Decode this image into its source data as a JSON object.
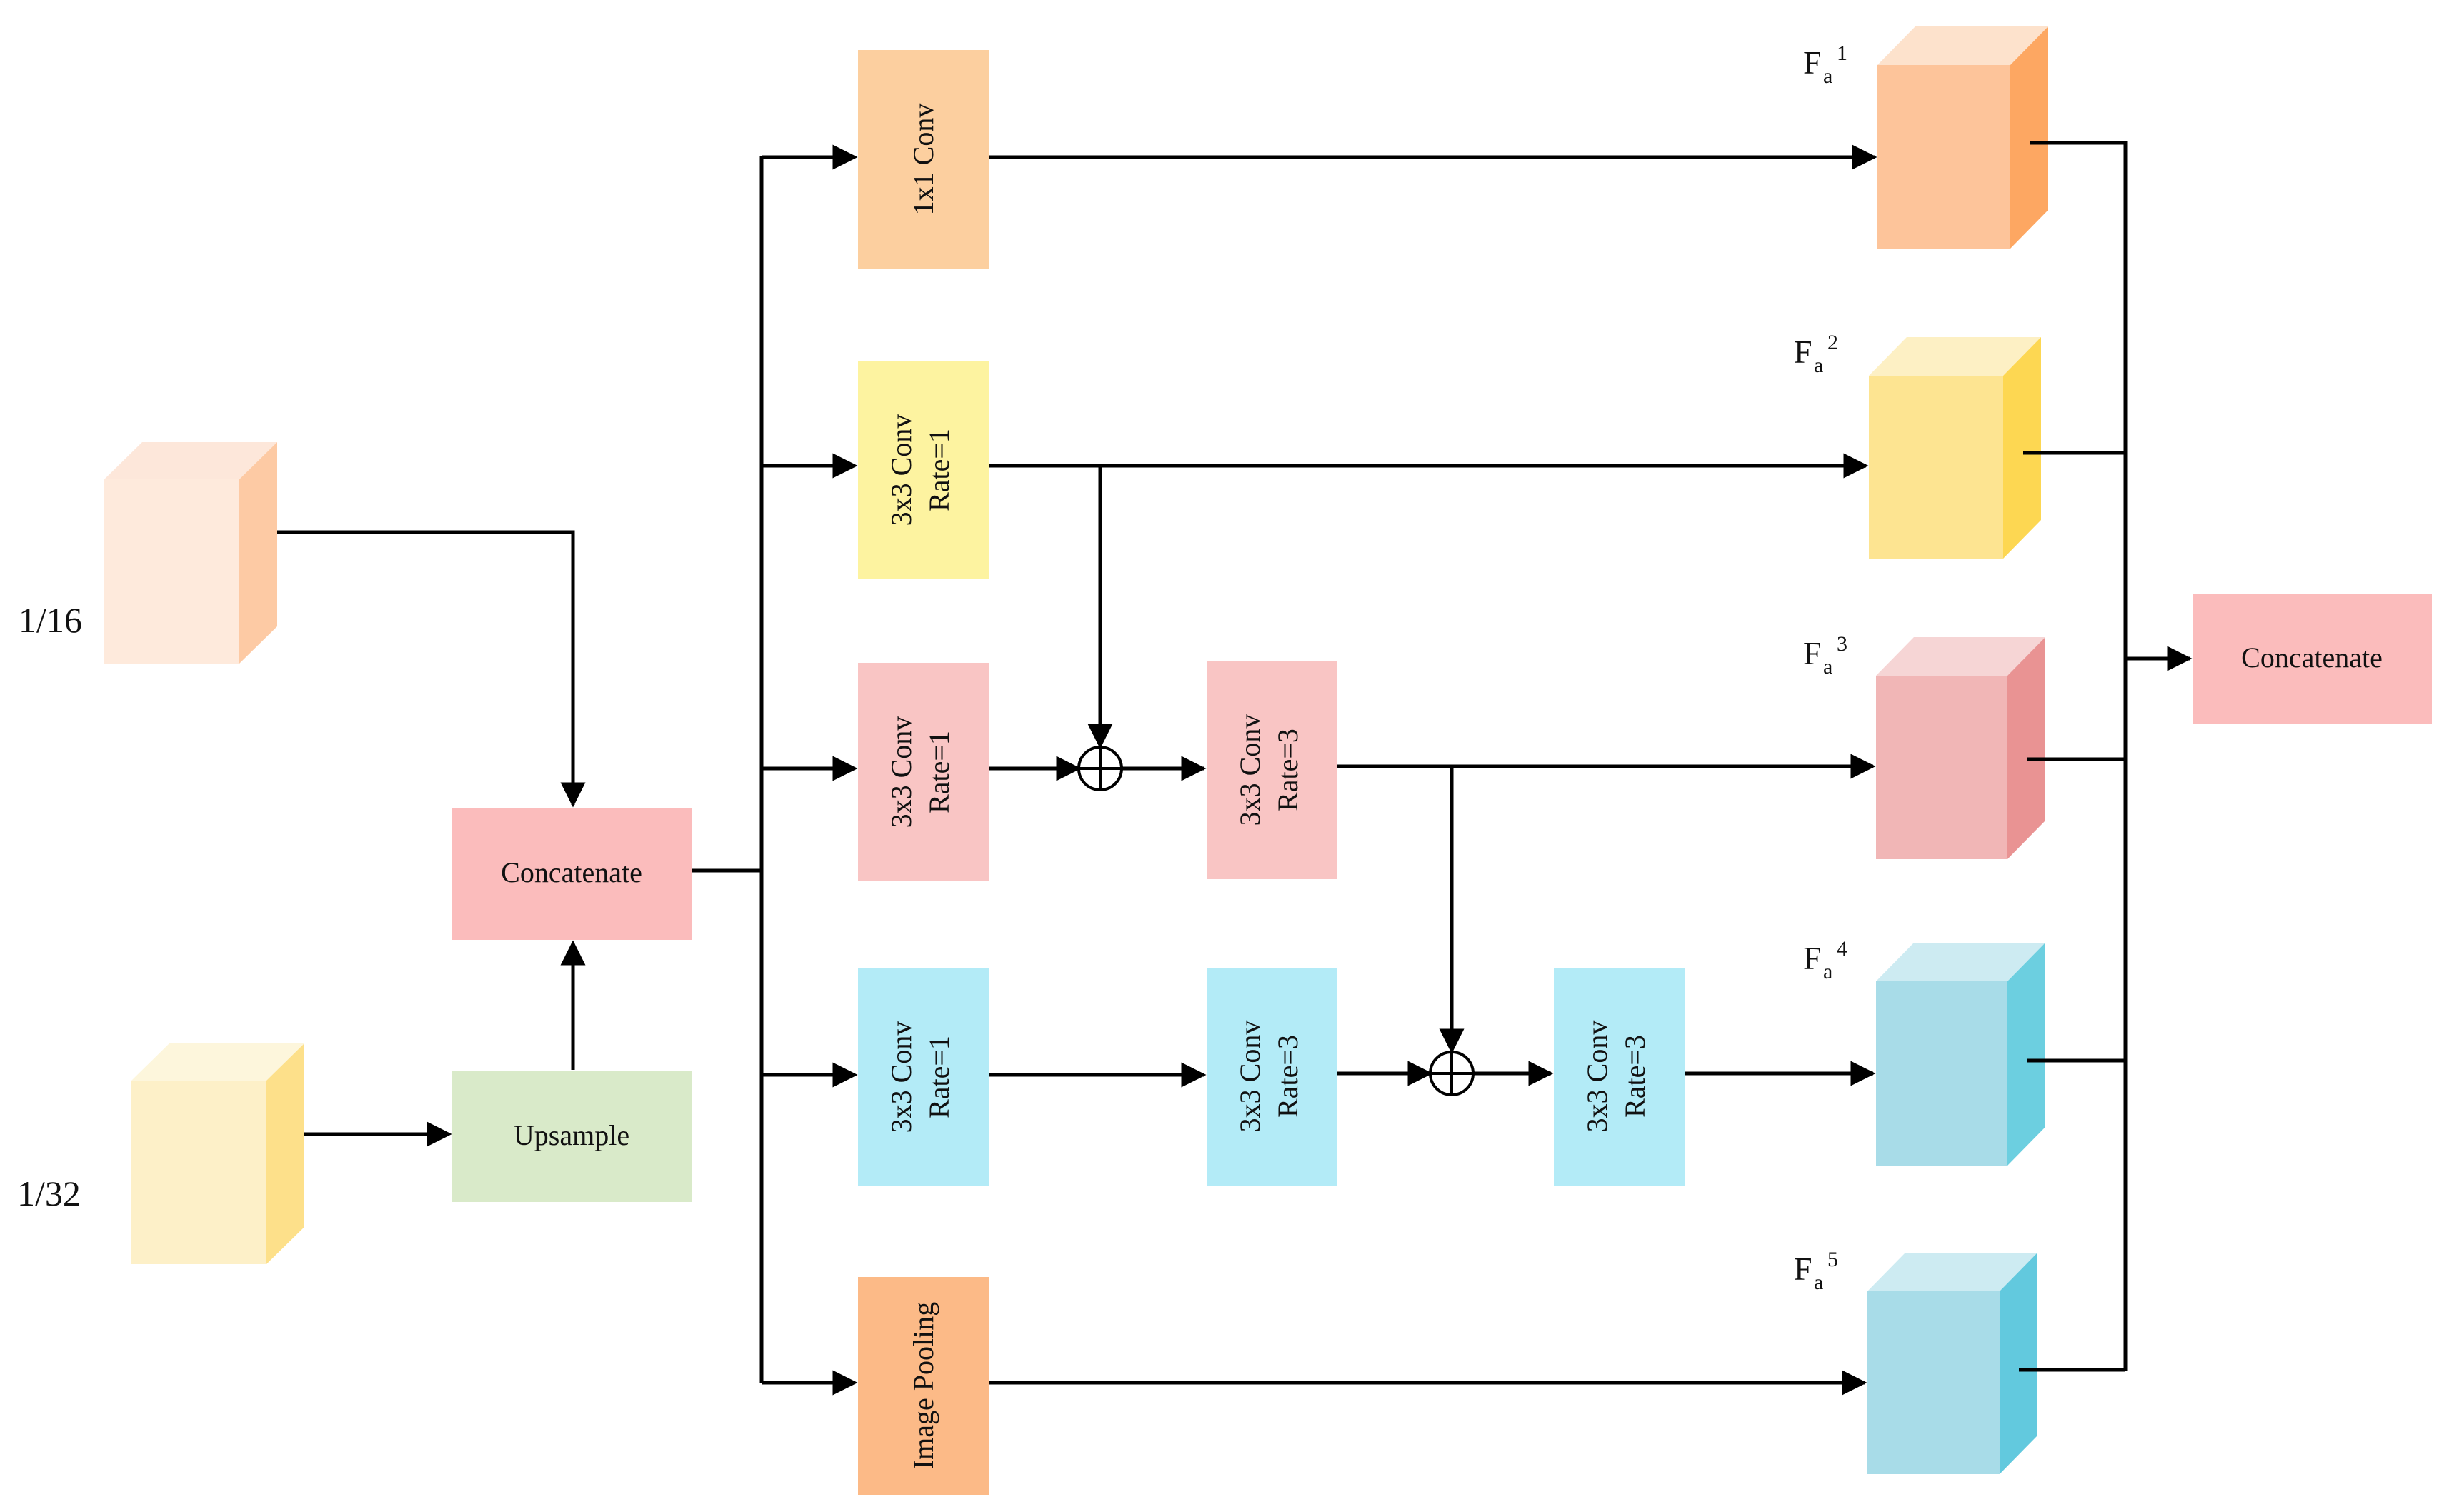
{
  "inputs": {
    "input_1_16": "1/16",
    "input_1_32": "1/32"
  },
  "nodes": {
    "concat_left": "Concatenate",
    "upsample": "Upsample",
    "conv1x1": "1x1 Conv",
    "b2_conv": [
      "3x3 Conv",
      "Rate=1"
    ],
    "b3_conv1": [
      "3x3 Conv",
      "Rate=1"
    ],
    "b3_conv2": [
      "3x3 Conv",
      "Rate=3"
    ],
    "b4_conv1": [
      "3x3 Conv",
      "Rate=1"
    ],
    "b4_conv2": [
      "3x3 Conv",
      "Rate=3"
    ],
    "b4_conv3": [
      "3x3 Conv",
      "Rate=3"
    ],
    "pooling": "Image Pooling",
    "concat_right": "Concatenate"
  },
  "outputs": {
    "base": "F",
    "sub": "a",
    "sups": [
      "1",
      "2",
      "3",
      "4",
      "5"
    ]
  },
  "colors": {
    "orange_light": "#fccf9f",
    "orange_deep": "#fcba87",
    "yellow": "#fdf3a0",
    "pink": "#f9c5c4",
    "cyan": "#b3ebf7",
    "green": "#d9eac9",
    "pink_box": "#fbbcbc"
  }
}
